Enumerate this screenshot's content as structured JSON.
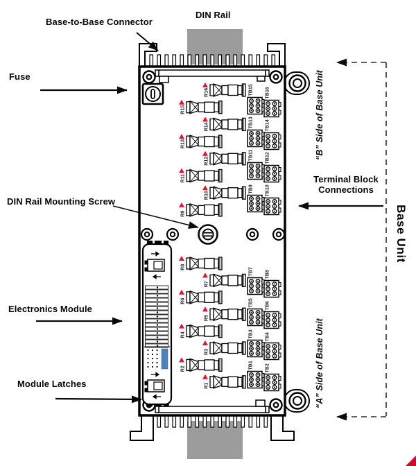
{
  "figure": {
    "annotations": {
      "base_to_base_connector": "Base-to-Base Connector",
      "din_rail": "DIN Rail",
      "fuse": "Fuse",
      "din_rail_mounting_screw": "DIN Rail Mounting Screw",
      "electronics_module": "Electronics Module",
      "module_latches": "Module Latches",
      "terminal_block_connections": "Terminal Block Connections",
      "b_side_label": "“B” Side of Base Unit",
      "a_side_label": "“A” Side of Base Unit",
      "base_unit_label": "Base Unit"
    },
    "relays": {
      "b_side": [
        "R16",
        "R15",
        "R14",
        "R13",
        "R12",
        "R11",
        "R10",
        "R9"
      ],
      "a_side": [
        "R8",
        "R7",
        "R6",
        "R5",
        "R4",
        "R3",
        "R2",
        "R1"
      ]
    },
    "terminal_blocks": {
      "b_side_pairs": [
        [
          "TB15",
          "TB16"
        ],
        [
          "TB13",
          "TB14"
        ],
        [
          "TB11",
          "TB12"
        ],
        [
          "TB9",
          "TB10"
        ]
      ],
      "a_side_pairs": [
        [
          "TB7",
          "TB8"
        ],
        [
          "TB5",
          "TB6"
        ],
        [
          "TB3",
          "TB4"
        ],
        [
          "TB1",
          "TB2"
        ]
      ]
    },
    "colors": {
      "din_rail_gray": "#9c9c9c",
      "warning_red": "#e8112d",
      "module_label_blue": "#4f81bd",
      "line_black": "#1a1a1a"
    }
  }
}
